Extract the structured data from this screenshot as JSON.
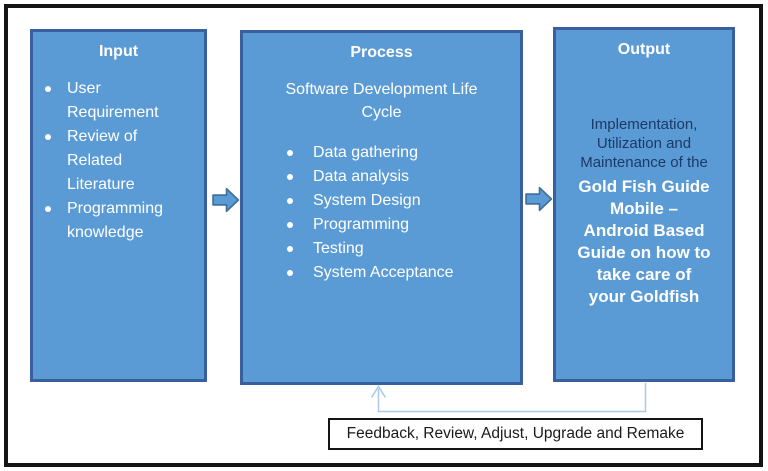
{
  "colors": {
    "box_fill": "#5B9BD5",
    "box_border": "#3A5F9F",
    "box_text": "#FFFFFF",
    "output_desc_text": "#1B3A66",
    "arrow_fill": "#5B9BD5",
    "arrow_border": "#41719C",
    "connector": "#A9C7E8",
    "frame": "#141414",
    "feedback_text": "#1A1A1A"
  },
  "input": {
    "title": "Input",
    "bullets": [
      "User Requirement",
      "Review of Related Literature",
      "Programming knowledge"
    ]
  },
  "process": {
    "title": "Process",
    "subtitle": "Software Development Life\nCycle",
    "bullets": [
      "Data gathering",
      "Data analysis",
      "System Design",
      "Programming",
      "Testing",
      "System Acceptance"
    ]
  },
  "output": {
    "title": "Output",
    "description": "Implementation,\nUtilization and\nMaintenance of the",
    "highlight": "Gold Fish Guide\nMobile –\nAndroid Based\nGuide on how to\ntake care of\nyour Goldfish"
  },
  "feedback": {
    "label": "Feedback, Review, Adjust, Upgrade and Remake"
  }
}
